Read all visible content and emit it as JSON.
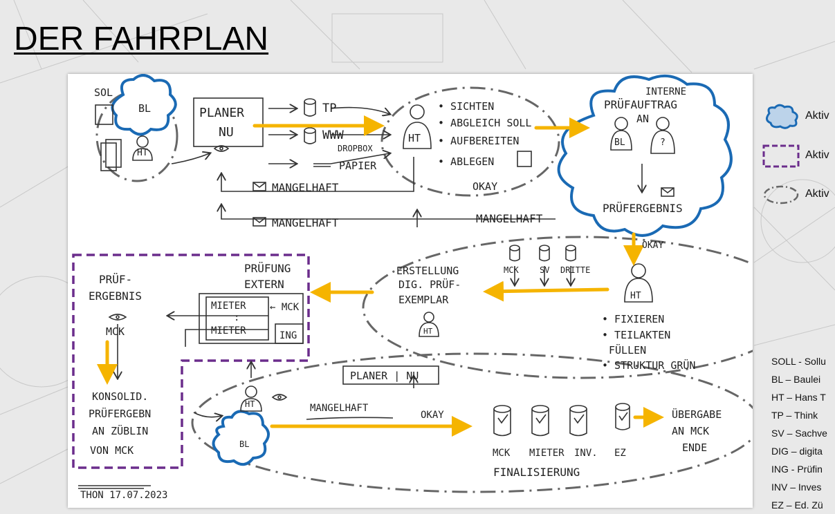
{
  "slide": {
    "title": "DER FAHRPLAN"
  },
  "legend": {
    "items": [
      {
        "label": "Aktiv",
        "shape": "blue-cloud",
        "color": "#1a6ab4"
      },
      {
        "label": "Aktiv",
        "shape": "purple-dashed-rect",
        "color": "#6b2d8c"
      },
      {
        "label": "Aktiv",
        "shape": "grey-dashdot-ellipse",
        "color": "#555555"
      }
    ]
  },
  "abbreviations": [
    "SOLL - Sollu",
    "BL – Baulei",
    "HT – Hans T",
    "TP – Think",
    "SV – Sachve",
    "DIG – digita",
    "ING - Prüfin",
    "INV – Inves",
    "EZ – Ed. Zü"
  ],
  "sketch": {
    "soll": "SOL",
    "bl": "BL",
    "ht": "HT",
    "planer": "PLANER",
    "nu": "NU",
    "tp": "TP",
    "www": "WWW",
    "dropbox": "DROPBOX",
    "papier": "PAPIER",
    "mangelhaft_1": "MANGELHAFT",
    "mangelhaft_2": "MANGELHAFT",
    "mangelhaft_3": "MANGELHAFT",
    "mangelhaft_4": "MANGELHAFT",
    "sichten": "• SICHTEN",
    "abgleich": "• ABGLEICH SOLL",
    "aufbereiten": "• AUFBEREITEN",
    "ablegen": "• ABLEGEN",
    "okay_1": "OKAY",
    "okay_2": "OKAY",
    "okay_3": "OKAY",
    "interne": "INTERNE",
    "pruefauftrag": "PRÜFAUFTRAG",
    "an": "AN",
    "question": "?",
    "pruefergebnis": "PRÜFERGEBNIS",
    "pruefung": "PRÜFUNG",
    "extern": "EXTERN",
    "mieter_1": "MIETER",
    "mieter_2": "MIETER",
    "dots": ":",
    "mck_arrow": "← MCK",
    "ing": "ING",
    "pruef": "PRÜF-",
    "ergebnis": "ERGEBNIS",
    "mck": "MCK",
    "konsolid": "KONSOLID.",
    "pruefergebn": "PRÜFERGEBN",
    "an_zueblin": "AN ZÜBLIN",
    "von_mck": "VON MCK",
    "erstellung": "ERSTELLUNG",
    "dig_pruef": "DIG. PRÜF-",
    "exemplar": "EXEMPLAR",
    "sv": "SV",
    "dritte": "DRITTE",
    "fixieren": "• FIXIEREN",
    "teilakten": "• TEILAKTEN",
    "fuellen": "FÜLLEN",
    "struktur": "• STRUKTUR GRÜN",
    "planer_nu": "PLANER | NU",
    "uebergabe": "ÜBERGABE",
    "an_mck": "AN MCK",
    "ende": "ENDE",
    "mieter_bottom": "MIETER",
    "inv": "INV.",
    "ez": "EZ",
    "finalisierung": "FINALISIERUNG",
    "signature": "THON 17.07.2023"
  },
  "colors": {
    "arrow": "#f5b400",
    "cloud": "#1a6ab4",
    "purple": "#6b2d8c",
    "dashdot": "#666666"
  }
}
